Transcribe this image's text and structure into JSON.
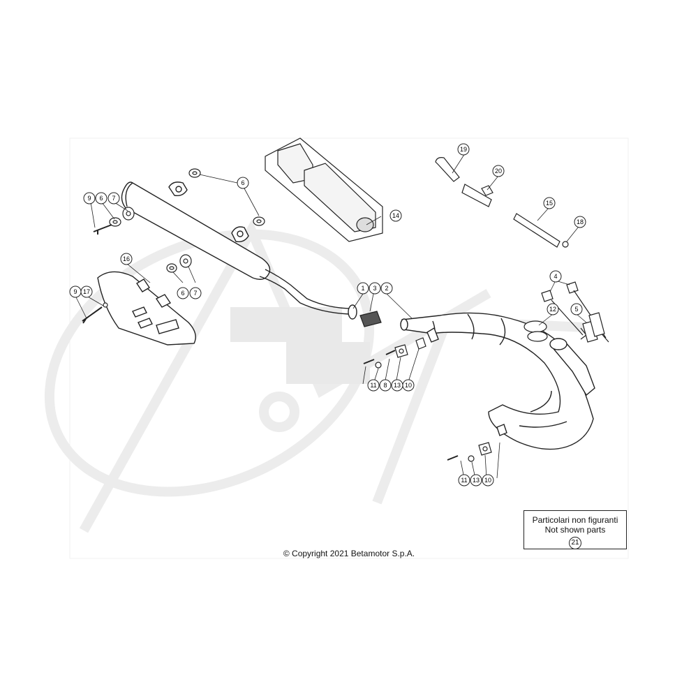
{
  "callouts": {
    "c1": "1",
    "c2": "2",
    "c3": "3",
    "c4": "4",
    "c5": "5",
    "c6": "6",
    "c7": "7",
    "c8": "8",
    "c9": "9",
    "c10": "10",
    "c11": "11",
    "c12": "12",
    "c13": "13",
    "c14": "14",
    "c15": "15",
    "c16": "16",
    "c17": "17",
    "c18": "18",
    "c19": "19",
    "c20": "20"
  },
  "note": {
    "line1": "Particolari non figuranti",
    "line2": "Not shown parts",
    "ref": "21"
  },
  "copyright": "© Copyright 2021 Betamotor S.p.A.",
  "colors": {
    "line": "#222222",
    "watermark": "#e6e6e6",
    "fill": "#ffffff"
  }
}
